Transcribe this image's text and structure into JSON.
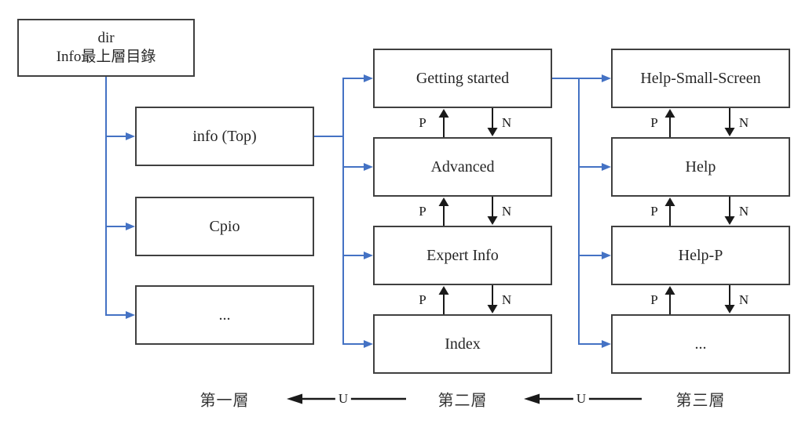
{
  "diagram": {
    "root_box": {
      "line1": "dir",
      "line2": "Info最上層目錄"
    },
    "level1": {
      "boxes": [
        "info (Top)",
        "Cpio",
        "..."
      ],
      "footer_label": "第一層"
    },
    "level2": {
      "boxes": [
        "Getting started",
        "Advanced",
        "Expert Info",
        "Index"
      ],
      "footer_label": "第二層"
    },
    "level3": {
      "boxes": [
        "Help-Small-Screen",
        "Help",
        "Help-P",
        "..."
      ],
      "footer_label": "第三層"
    },
    "nav": {
      "prev": "P",
      "next": "N",
      "up": "U"
    },
    "colors": {
      "connector_blue": "#4472C4",
      "arrow_black": "#1a1a1a",
      "box_border": "#404040",
      "text": "#262626"
    }
  }
}
